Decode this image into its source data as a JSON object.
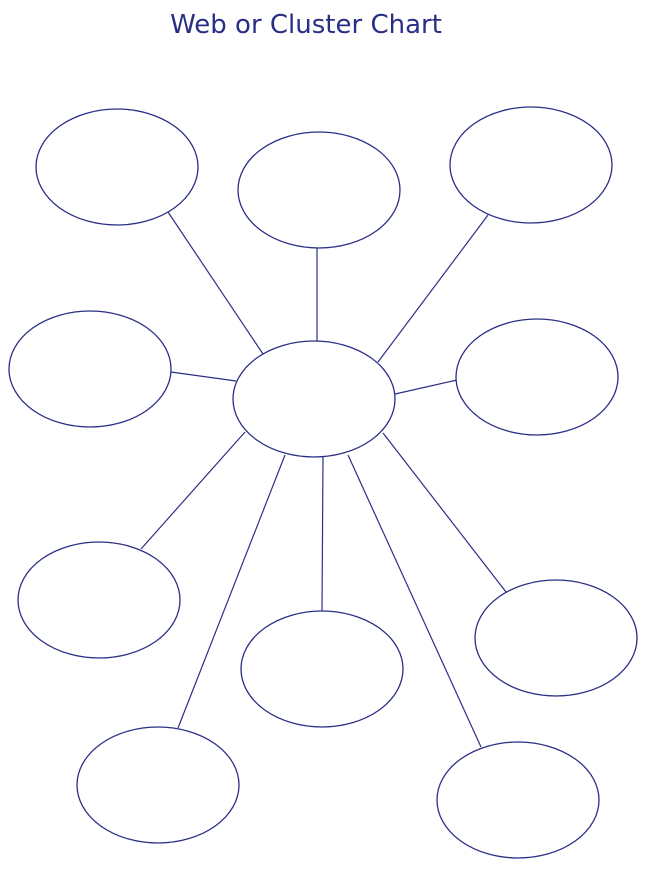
{
  "title": "Web or Cluster Chart",
  "colors": {
    "stroke": "#2a2f86",
    "title": "#2a2f86",
    "background": "#ffffff"
  },
  "diagram": {
    "center": "center",
    "nodes": [
      {
        "id": "center",
        "label": ""
      },
      {
        "id": "top-left",
        "label": ""
      },
      {
        "id": "top-middle",
        "label": ""
      },
      {
        "id": "top-right",
        "label": ""
      },
      {
        "id": "middle-left",
        "label": ""
      },
      {
        "id": "middle-right",
        "label": ""
      },
      {
        "id": "lower-left",
        "label": ""
      },
      {
        "id": "lower-middle",
        "label": ""
      },
      {
        "id": "lower-right",
        "label": ""
      },
      {
        "id": "bottom-left",
        "label": ""
      },
      {
        "id": "bottom-right",
        "label": ""
      }
    ],
    "edges": [
      [
        "center",
        "top-left"
      ],
      [
        "center",
        "top-middle"
      ],
      [
        "center",
        "top-right"
      ],
      [
        "center",
        "middle-left"
      ],
      [
        "center",
        "middle-right"
      ],
      [
        "center",
        "lower-left"
      ],
      [
        "center",
        "lower-middle"
      ],
      [
        "center",
        "lower-right"
      ],
      [
        "center",
        "bottom-left"
      ],
      [
        "center",
        "bottom-right"
      ]
    ]
  }
}
